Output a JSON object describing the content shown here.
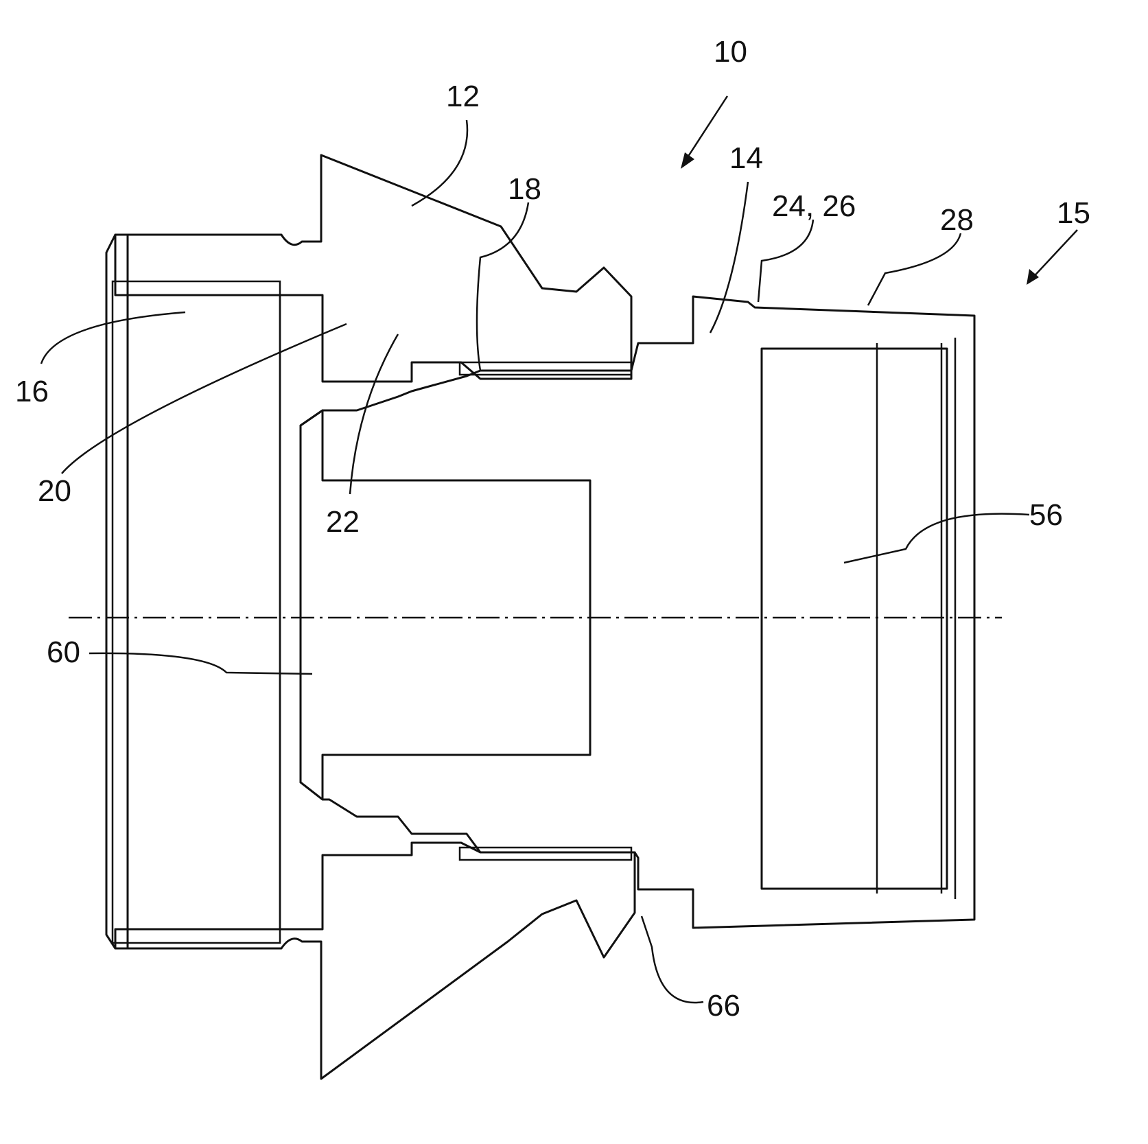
{
  "figure": {
    "reference_numerals": [
      {
        "id": "10",
        "text": "10"
      },
      {
        "id": "12",
        "text": "12"
      },
      {
        "id": "14",
        "text": "14"
      },
      {
        "id": "15",
        "text": "15"
      },
      {
        "id": "16",
        "text": "16"
      },
      {
        "id": "18",
        "text": "18"
      },
      {
        "id": "20",
        "text": "20"
      },
      {
        "id": "22",
        "text": "22"
      },
      {
        "id": "24-26",
        "text": "24, 26"
      },
      {
        "id": "28",
        "text": "28"
      },
      {
        "id": "56",
        "text": "56"
      },
      {
        "id": "60",
        "text": "60"
      },
      {
        "id": "66",
        "text": "66"
      }
    ]
  }
}
